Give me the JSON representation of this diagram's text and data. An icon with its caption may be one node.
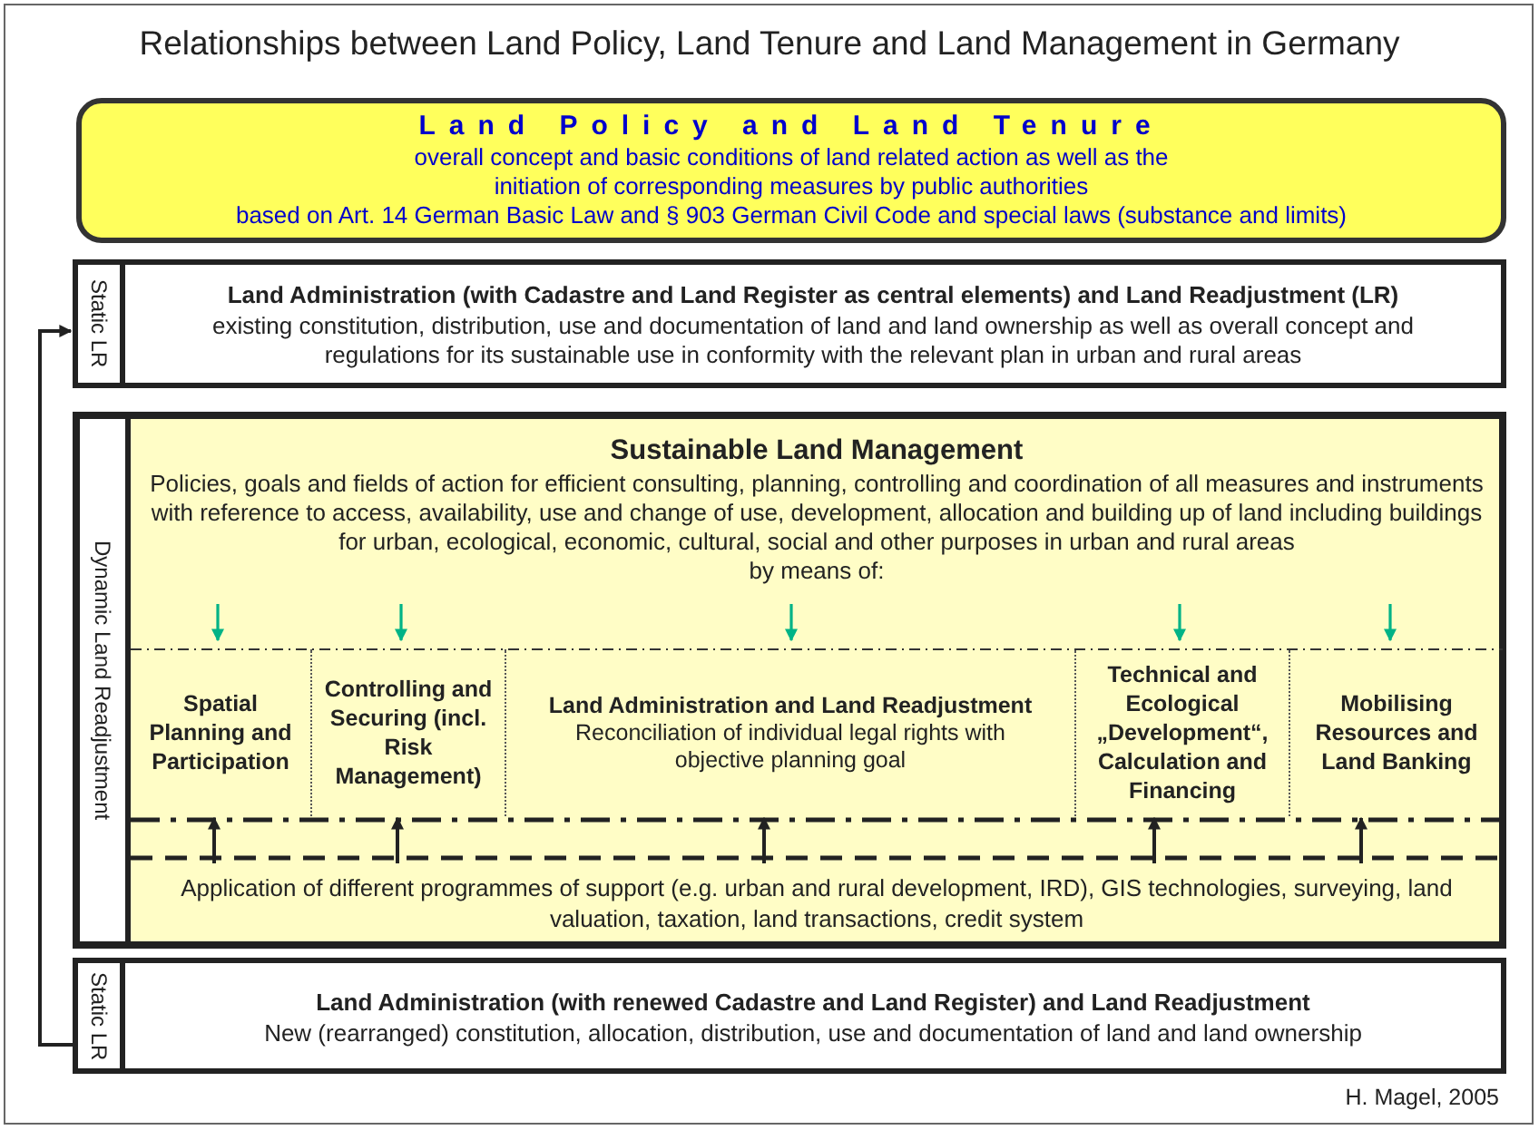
{
  "diagram": {
    "title": "Relationships between Land Policy, Land Tenure and Land Management in Germany",
    "nodes": [
      {
        "text": [
          "Land Policy and Land Tenure",
          "overall concept and basic conditions of land related action as well as the initiation of corresponding measures by public authorities",
          "based on Art. 14 German Basic Law and § 903 German Civil Code and special laws (substance and limits)"
        ]
      },
      {
        "text": [
          "Static LR",
          "**Land Administration** (with Cadastre and Land Register as central elements) **and Land Readjustment (LR)**",
          "existing constitution, distribution, use and documentation of land and land ownership as well as overall concept and regulations for its sustainable use in conformity with the relevant plan in urban and rural areas"
        ]
      },
      {
        "text": [
          "Dynamic Land Readjustment",
          "Sustainable Land Management",
          "Policies, goals and fields of action for efficient consulting, planning, controlling and coordination of all measures and instruments with reference to access, availability, use and change of use, development, allocation and building up of land including buildings for urban, ecological, economic, cultural, social and other purposes in urban and rural areas",
          "by means of:"
        ]
      },
      {
        "text": [
          "Spatial Planning and Participation"
        ],
        "in": 2
      },
      {
        "text": [
          "Controlling and Securing (incl. Risk Management)"
        ],
        "in": 2
      },
      {
        "text": [
          "Land Administration and Land Readjustment",
          "Reconciliation of individual legal rights with objective planning goal"
        ],
        "in": 2
      },
      {
        "text": [
          "Technical and Ecological „Development“, Calculation and Financing"
        ],
        "in": 2
      },
      {
        "text": [
          "Mobilising Resources and Land Banking"
        ],
        "in": 2
      },
      {
        "text": [
          "Application of different programmes of support (e.g. urban and rural development, IRD), GIS technologies, surveying, land valuation, taxation, land transactions, credit system"
        ],
        "in": 2
      },
      {
        "text": [
          "Static LR",
          "**Land Administration** (with renewed Cadastre and Land Register) **and Land Readjustment**",
          "New (rearranged) constitution, allocation, distribution, use and documentation of land and land ownership"
        ]
      }
    ],
    "edges": [
      {
        "from": 9,
        "to": 1,
        "arrow": "to"
      },
      {
        "from": null,
        "to": 3,
        "arrow": "to",
        "color": "#00b386"
      },
      {
        "from": null,
        "to": 4,
        "arrow": "to",
        "color": "#00b386"
      },
      {
        "from": null,
        "to": 5,
        "arrow": "to",
        "color": "#00b386"
      },
      {
        "from": null,
        "to": 6,
        "arrow": "to",
        "color": "#00b386"
      },
      {
        "from": null,
        "to": 7,
        "arrow": "to",
        "color": "#00b386"
      },
      {
        "from": 8,
        "to": 3,
        "arrow": "to"
      },
      {
        "from": 8,
        "to": 4,
        "arrow": "to"
      },
      {
        "from": 8,
        "to": 5,
        "arrow": "to"
      },
      {
        "from": 8,
        "to": 6,
        "arrow": "to"
      },
      {
        "from": 8,
        "to": 7,
        "arrow": "to"
      }
    ],
    "labels": [
      "H. Magel, 2005"
    ]
  }
}
